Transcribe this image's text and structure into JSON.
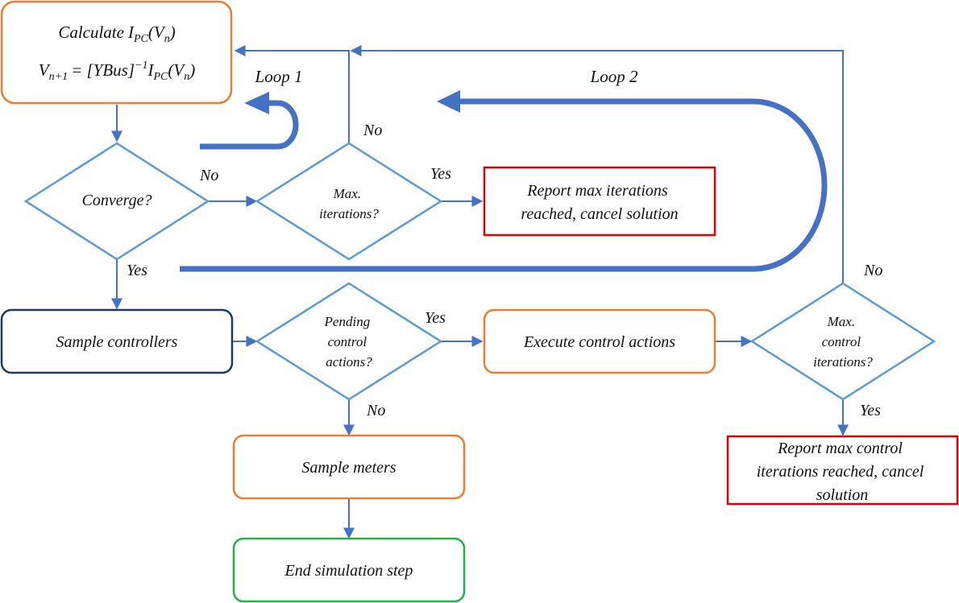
{
  "colors": {
    "flow_line": "#4472C4",
    "diamond_stroke": "#5B9BD5",
    "loop_arrow": "#4472C4",
    "box_orange": "#ED7D31",
    "box_navy": "#1F3864",
    "box_red": "#E00000",
    "box_green": "#21B14B",
    "text": "#111111"
  },
  "calc_box": {
    "line1_text": "Calculate",
    "line1_sym": "I",
    "line1_sub": "PC",
    "line1_arg": "(V",
    "line1_arg_sub": "n",
    "line1_close": ")",
    "line2_lhs": "V",
    "line2_lhs_sub": "n+1",
    "line2_eq": "= [YBus]",
    "line2_sup": "−1",
    "line2_sym": "I",
    "line2_sub": "PC",
    "line2_arg": "(V",
    "line2_arg_sub": "n",
    "line2_close": ")"
  },
  "loop_labels": {
    "loop1": "Loop 1",
    "loop2": "Loop 2"
  },
  "decisions": {
    "converge": [
      "Converge?"
    ],
    "max_iter": [
      "Max.",
      "iterations?"
    ],
    "pending": [
      "Pending",
      "control",
      "actions?"
    ],
    "max_ctrl": [
      "Max.",
      "control",
      "iterations?"
    ]
  },
  "boxes": {
    "report_iter": [
      "Report max iterations",
      "reached, cancel solution"
    ],
    "sample_controllers": "Sample controllers",
    "execute_actions": "Execute control actions",
    "sample_meters": "Sample meters",
    "end_step": "End simulation step",
    "report_ctrl": [
      "Report max control",
      "iterations reached, cancel",
      "solution"
    ]
  },
  "edge_labels": {
    "converge_no": "No",
    "converge_yes": "Yes",
    "max_iter_no": "No",
    "max_iter_yes": "Yes",
    "pending_yes": "Yes",
    "pending_no": "No",
    "max_ctrl_no": "No",
    "max_ctrl_yes": "Yes"
  }
}
